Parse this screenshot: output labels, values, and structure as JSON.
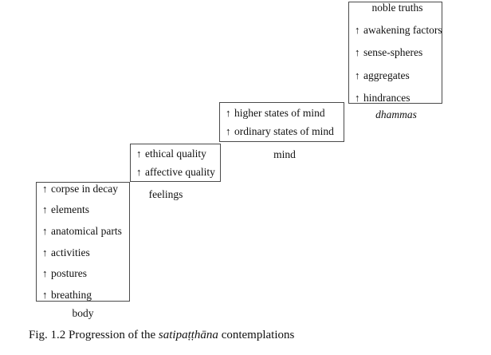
{
  "figure": {
    "caption_prefix": "Fig. 1.2 Progression of the ",
    "caption_italic": "satipaṭṭhāna",
    "caption_suffix": " contemplations",
    "arrow_glyph": "↑",
    "background_color": "#ffffff",
    "border_color": "#4a4a4a",
    "text_color": "#111111"
  },
  "steps": [
    {
      "id": "body",
      "label": "body",
      "label_style": "roman",
      "items": [
        {
          "arrow": true,
          "text": "corpse in decay"
        },
        {
          "arrow": true,
          "text": "elements"
        },
        {
          "arrow": true,
          "text": "anatomical parts"
        },
        {
          "arrow": true,
          "text": "activities"
        },
        {
          "arrow": true,
          "text": "postures"
        },
        {
          "arrow": true,
          "text": "breathing"
        }
      ]
    },
    {
      "id": "feelings",
      "label": "feelings",
      "label_style": "roman",
      "items": [
        {
          "arrow": true,
          "text": "ethical  quality"
        },
        {
          "arrow": true,
          "text": "affective  quality"
        }
      ]
    },
    {
      "id": "mind",
      "label": "mind",
      "label_style": "roman",
      "items": [
        {
          "arrow": true,
          "text": "higher states of mind"
        },
        {
          "arrow": true,
          "text": "ordinary states of mind"
        }
      ]
    },
    {
      "id": "dhammas",
      "label": "dhammas",
      "label_style": "italic",
      "items": [
        {
          "arrow": false,
          "text": "noble truths"
        },
        {
          "arrow": true,
          "text": "awakening factors"
        },
        {
          "arrow": true,
          "text": "sense-spheres"
        },
        {
          "arrow": true,
          "text": "aggregates"
        },
        {
          "arrow": true,
          "text": "hindrances"
        }
      ]
    }
  ]
}
